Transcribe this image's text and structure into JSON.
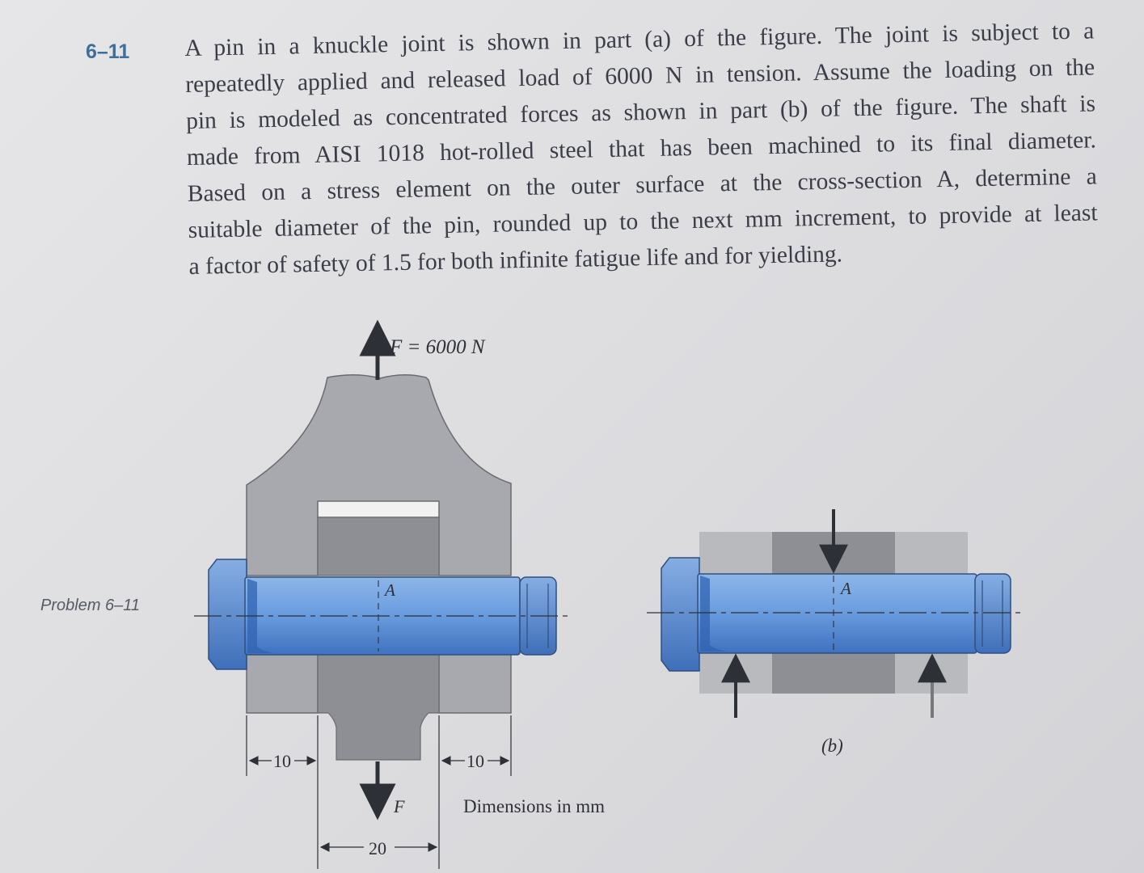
{
  "problem": {
    "number": "6–11",
    "lines": [
      "A pin in a knuckle joint is shown in part (a) of the figure. The joint is subject to a",
      "repeatedly applied and released load of 6000 N in tension. Assume the loading on the",
      "pin is modeled as concentrated forces as shown in part (b) of the figure. The shaft is",
      "made from AISI 1018 hot-rolled steel that has been machined to its final diameter.",
      "Based on a stress element on the outer surface at the cross-section A, determine a",
      "suitable diameter of the pin, rounded up to the next mm increment, to provide at least",
      "a factor of safety of 1.5 for both infinite fatigue life and for yielding."
    ]
  },
  "side_label": "Problem 6–11",
  "figure_a": {
    "force_label": "F = 6000 N",
    "section_label": "A",
    "bottom_force_label": "F",
    "dim_left": "10",
    "dim_right": "10",
    "dim_bottom": "20",
    "dimensions_note": "Dimensions in mm"
  },
  "figure_b": {
    "section_label": "A",
    "part_label": "(b)"
  },
  "colors": {
    "pin_blue": "#5f93d6",
    "part_gray": "#a7a8ad",
    "dark_gray": "#8d8e93",
    "title_blue": "#3f6e9c"
  }
}
